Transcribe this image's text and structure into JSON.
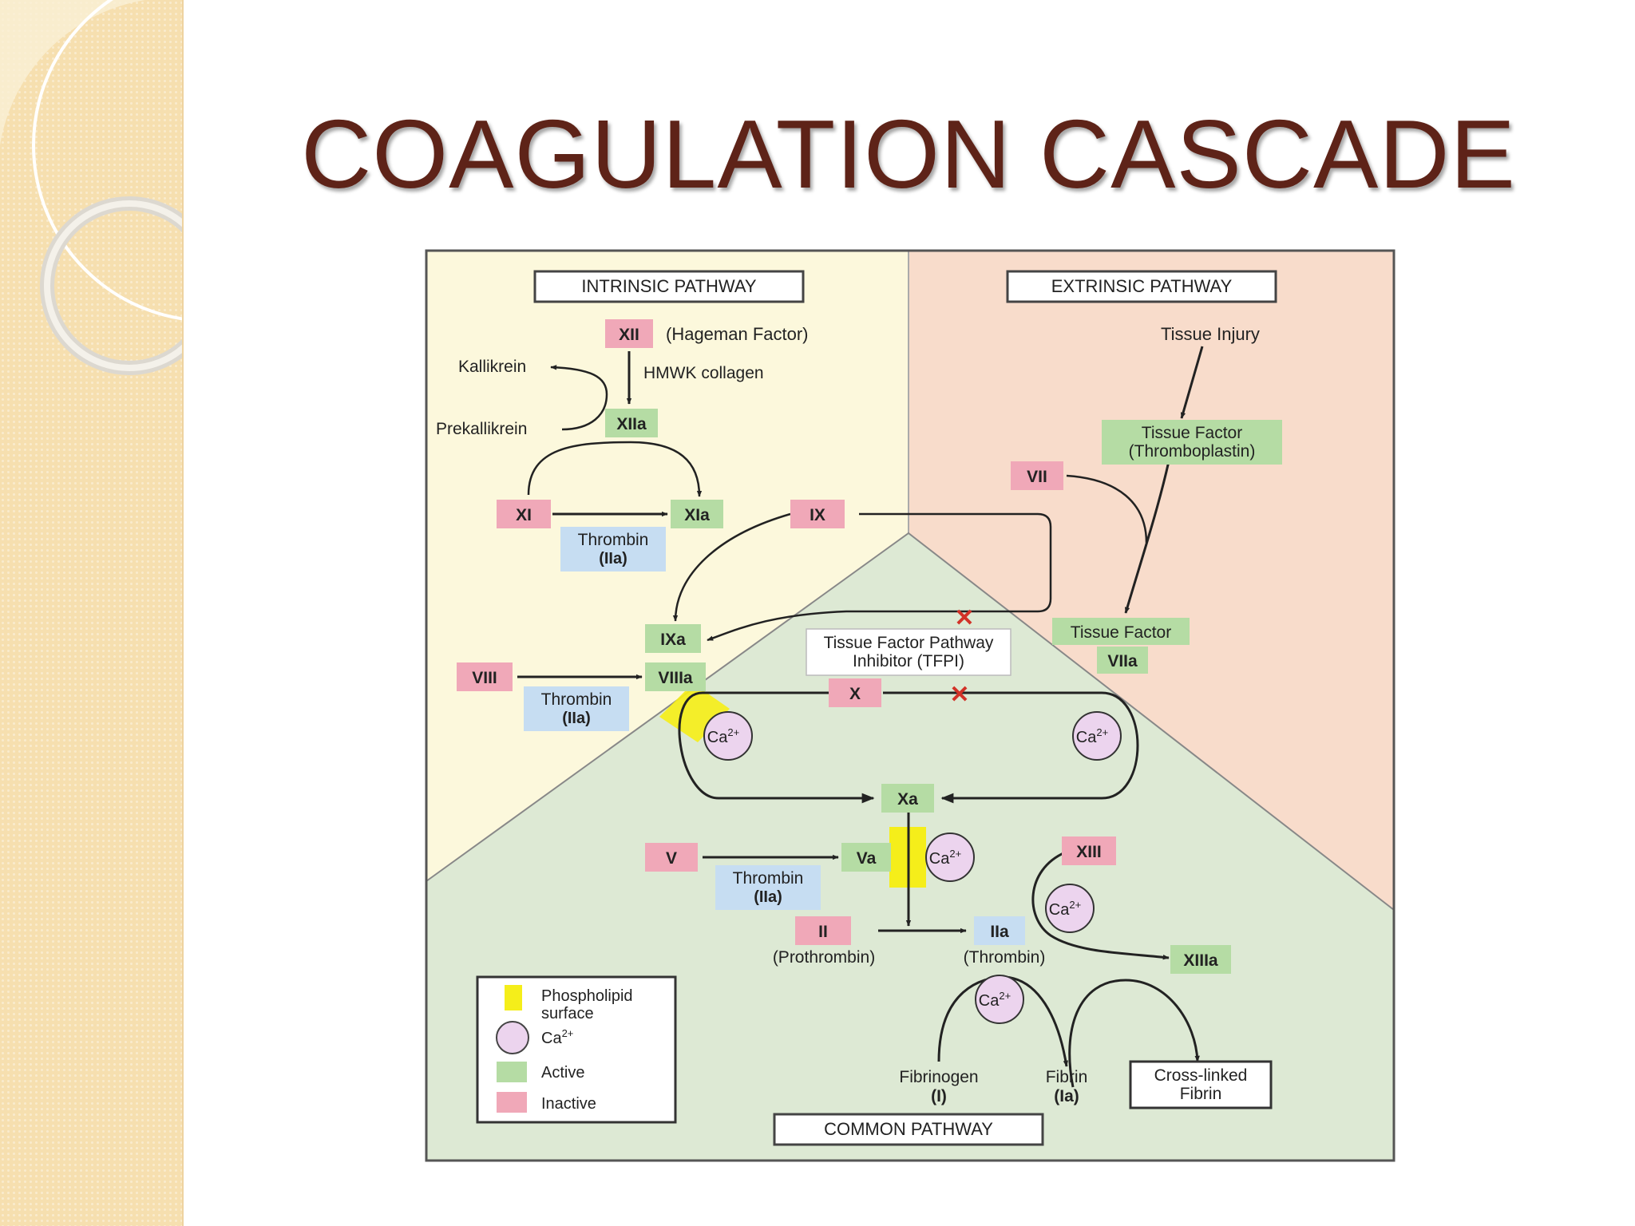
{
  "slide": {
    "title": "COAGULATION CASCADE"
  },
  "colors": {
    "title": "#5e2318",
    "intrinsic_bg": "#fcf8dc",
    "extrinsic_bg": "#f8dccb",
    "common_bg": "#dde9d4",
    "active": "#b5dca4",
    "inactive": "#f0a8b8",
    "thrombin_box": "#c6ddf2",
    "calcium": "#ecd4ee",
    "phospholipid": "#f5ee1a",
    "inhibit": "#d23228"
  },
  "diagram": {
    "sections": {
      "intrinsic": "INTRINSIC PATHWAY",
      "extrinsic": "EXTRINSIC PATHWAY",
      "common": "COMMON PATHWAY"
    },
    "labels": {
      "xii": "XII",
      "hageman": "(Hageman Factor)",
      "hmwk": "HMWK collagen",
      "kallikrein": "Kallikrein",
      "prekallikrein": "Prekallikrein",
      "xiia": "XIIa",
      "xi": "XI",
      "xia": "XIa",
      "thrombin_1_a": "Thrombin",
      "thrombin_1_b": "(IIa)",
      "ix": "IX",
      "ixa": "IXa",
      "viii": "VIII",
      "viiia": "VIIIa",
      "thrombin_2_a": "Thrombin",
      "thrombin_2_b": "(IIa)",
      "tissue_injury": "Tissue Injury",
      "tissue_factor_a": "Tissue Factor",
      "tissue_factor_b": "(Thromboplastin)",
      "vii": "VII",
      "tfpi_a": "Tissue Factor Pathway",
      "tfpi_b": "Inhibitor (TFPI)",
      "tissue_factor_2": "Tissue Factor",
      "viia": "VIIa",
      "x": "X",
      "ca": "Ca",
      "ca_sup": "2+",
      "xa": "Xa",
      "v": "V",
      "va": "Va",
      "thrombin_3_a": "Thrombin",
      "thrombin_3_b": "(IIa)",
      "xiii": "XIII",
      "ii": "II",
      "prothrombin": "(Prothrombin)",
      "iia": "IIa",
      "thrombin_paren": "(Thrombin)",
      "xiiia": "XIIIa",
      "fibrinogen_a": "Fibrinogen",
      "fibrinogen_b": "(I)",
      "fibrin_a": "Fibrin",
      "fibrin_b": "(Ia)",
      "crosslinked_a": "Cross-linked",
      "crosslinked_b": "Fibrin",
      "inhibit_mark": "✕"
    },
    "legend": {
      "phospholipid_a": "Phospholipid",
      "phospholipid_b": "surface",
      "calcium": "Ca",
      "calcium_sup": "2+",
      "active": "Active",
      "inactive": "Inactive"
    }
  }
}
